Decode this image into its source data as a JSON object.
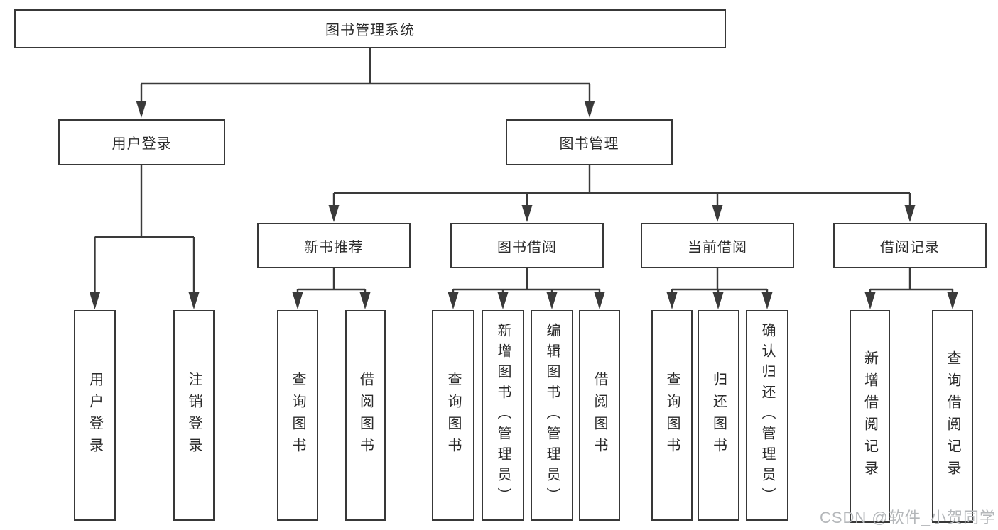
{
  "diagram_title": "图书管理系统",
  "colors": {
    "line": "#3a3a3a",
    "border": "#383838",
    "text": "#2a2a2a",
    "bg": "#ffffff",
    "watermark": "#b4b7ba"
  },
  "tree": {
    "root": {
      "label": "图书管理系统"
    },
    "branches": [
      {
        "label": "用户登录",
        "children": [
          {
            "label": "用户登录"
          },
          {
            "label": "注销登录"
          }
        ]
      },
      {
        "label": "图书管理",
        "children": [
          {
            "label": "新书推荐",
            "children": [
              {
                "label": "查询图书"
              },
              {
                "label": "借阅图书"
              }
            ]
          },
          {
            "label": "图书借阅",
            "children": [
              {
                "label": "查询图书"
              },
              {
                "label": "新增图书（管理员）"
              },
              {
                "label": "编辑图书（管理员）"
              },
              {
                "label": "借阅图书"
              }
            ]
          },
          {
            "label": "当前借阅",
            "children": [
              {
                "label": "查询图书"
              },
              {
                "label": "归还图书"
              },
              {
                "label": "确认归还（管理员）"
              }
            ]
          },
          {
            "label": "借阅记录",
            "children": [
              {
                "label": "新增借阅记录"
              },
              {
                "label": "查询借阅记录"
              }
            ]
          }
        ]
      }
    ]
  },
  "watermark": "CSDN @软件_小贺同学"
}
